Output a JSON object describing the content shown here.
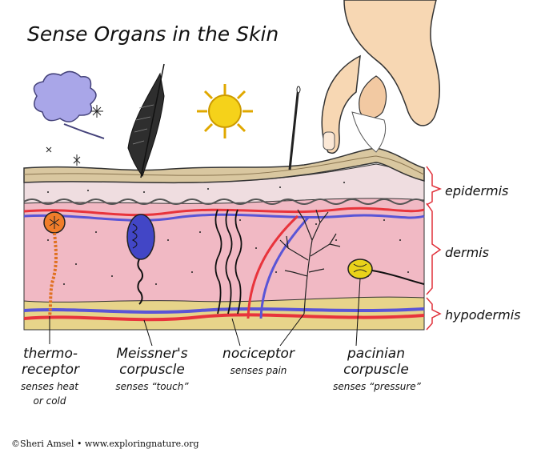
{
  "title": "Sense Organs in the Skin",
  "layers": {
    "epidermis": "epidermis",
    "dermis": "dermis",
    "hypodermis": "hypodermis"
  },
  "receptors": [
    {
      "name_line1": "thermo-",
      "name_line2": "receptor",
      "desc_line1": "senses heat",
      "desc_line2": "or cold"
    },
    {
      "name_line1": "Meissner's",
      "name_line2": "corpuscle",
      "desc_line1": "senses “touch”",
      "desc_line2": ""
    },
    {
      "name_line1": "nociceptor",
      "name_line2": "",
      "desc_line1": "senses pain",
      "desc_line2": ""
    },
    {
      "name_line1": "pacinian",
      "name_line2": "corpuscle",
      "desc_line1": "senses “pressure”",
      "desc_line2": ""
    }
  ],
  "credit": "©Sheri Amsel • www.exploringnature.org",
  "colors": {
    "epidermis_tan": "#d9c7a0",
    "dermis_pink": "#f1b9c4",
    "hypodermis_yellow": "#e7d48a",
    "artery_red": "#e8343c",
    "vein_blue": "#5a55d6",
    "bracket_red": "#e0303a"
  },
  "icons": [
    "cold-icon",
    "feather-icon",
    "sun-icon",
    "needle-icon",
    "pinching-hand-icon"
  ]
}
